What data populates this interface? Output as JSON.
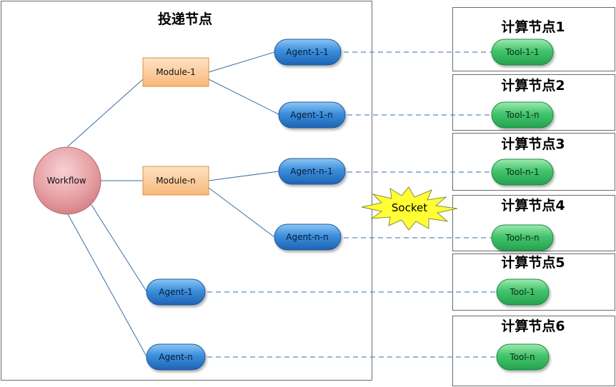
{
  "main_title": "投递节点",
  "workflow": {
    "label": "Workflow"
  },
  "modules": [
    {
      "label": "Module-1"
    },
    {
      "label": "Module-n"
    }
  ],
  "agents": [
    {
      "label": "Agent-1-1"
    },
    {
      "label": "Agent-1-n"
    },
    {
      "label": "Agent-n-1"
    },
    {
      "label": "Agent-n-n"
    },
    {
      "label": "Agent-1"
    },
    {
      "label": "Agent-n"
    }
  ],
  "compute_nodes": [
    {
      "title": "计算节点1",
      "tool": "Tool-1-1"
    },
    {
      "title": "计算节点2",
      "tool": "Tool-1-n"
    },
    {
      "title": "计算节点3",
      "tool": "Tool-n-1"
    },
    {
      "title": "计算节点4",
      "tool": "Tool-n-n"
    },
    {
      "title": "计算节点5",
      "tool": "Tool-1"
    },
    {
      "title": "计算节点6",
      "tool": "Tool-n"
    }
  ],
  "socket_label": "Socket",
  "colors": {
    "agent_fill": "#2f86d6",
    "tool_fill": "#3fc46a",
    "module_fill": "#fcd1a4",
    "workflow_fill": "#e38f94",
    "connector": "#3a6ea5",
    "socket_fill": "#ffff33"
  }
}
